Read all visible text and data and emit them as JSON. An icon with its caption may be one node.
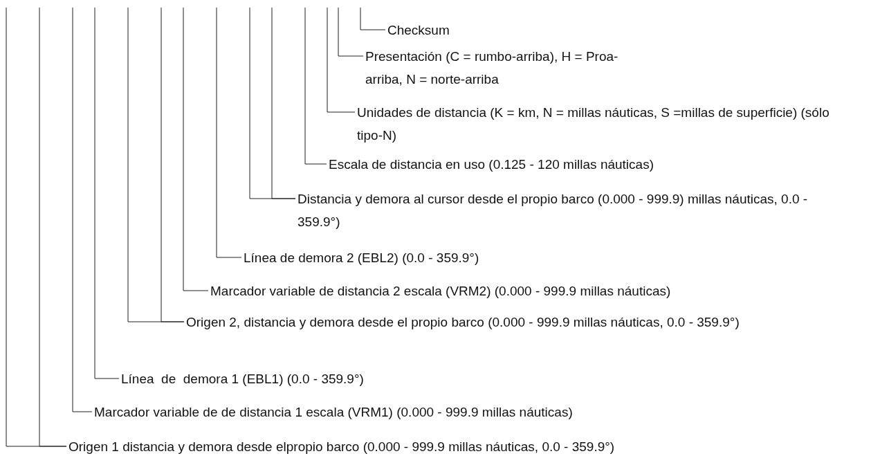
{
  "diagram": {
    "nodes": [
      {
        "text": [
          "Checksum"
        ]
      },
      {
        "text": [
          "Presentación (C = rumbo-arriba), H = Proa-arriba, N = norte-arriba"
        ]
      },
      {
        "text": [
          "Unidades de distancia (K = km, N = millas náuticas, S =millas de superficie) (sólo tipo-N)"
        ]
      },
      {
        "text": [
          "Escala de distancia en uso (0.125 - 120 millas náuticas)"
        ]
      },
      {
        "text": [
          "Distancia y demora al cursor desde el propio barco (0.000 - 999.9) millas náuticas, 0.0 - 359.9°)"
        ]
      },
      {
        "text": [
          "Línea de demora 2 (EBL2) (0.0 - 359.9°)"
        ]
      },
      {
        "text": [
          "Marcador variable de distancia 2 escala (VRM2) (0.000 - 999.9 millas náuticas)"
        ]
      },
      {
        "text": [
          "Origen 2, distancia y demora desde el propio barco (0.000 - 999.9 millas náuticas, 0.0 - 359.9°)"
        ]
      },
      {
        "text": [
          "Línea  de  demora 1 (EBL1) (0.0 - 359.9°)"
        ]
      },
      {
        "text": [
          "Marcador variable de de distancia 1 escala (VRM1) (0.000 - 999.9 millas náuticas)"
        ]
      },
      {
        "text": [
          "Origen 1 distancia y demora desde elpropio barco (0.000 - 999.9 millas náuticas, 0.0 - 359.9°)"
        ]
      }
    ],
    "edges": [
      {
        "from": null,
        "to": 0,
        "arrow": "none"
      },
      {
        "from": null,
        "to": 1,
        "arrow": "none"
      },
      {
        "from": null,
        "to": 2,
        "arrow": "none"
      },
      {
        "from": null,
        "to": 3,
        "arrow": "none"
      },
      {
        "from": null,
        "to": 4,
        "arrow": "none"
      },
      {
        "from": null,
        "to": 4,
        "arrow": "none"
      },
      {
        "from": null,
        "to": 5,
        "arrow": "none"
      },
      {
        "from": null,
        "to": 6,
        "arrow": "none"
      },
      {
        "from": null,
        "to": 7,
        "arrow": "none"
      },
      {
        "from": null,
        "to": 7,
        "arrow": "none"
      },
      {
        "from": null,
        "to": 8,
        "arrow": "none"
      },
      {
        "from": null,
        "to": 9,
        "arrow": "none"
      },
      {
        "from": null,
        "to": 10,
        "arrow": "none"
      },
      {
        "from": null,
        "to": 10,
        "arrow": "none"
      }
    ]
  }
}
